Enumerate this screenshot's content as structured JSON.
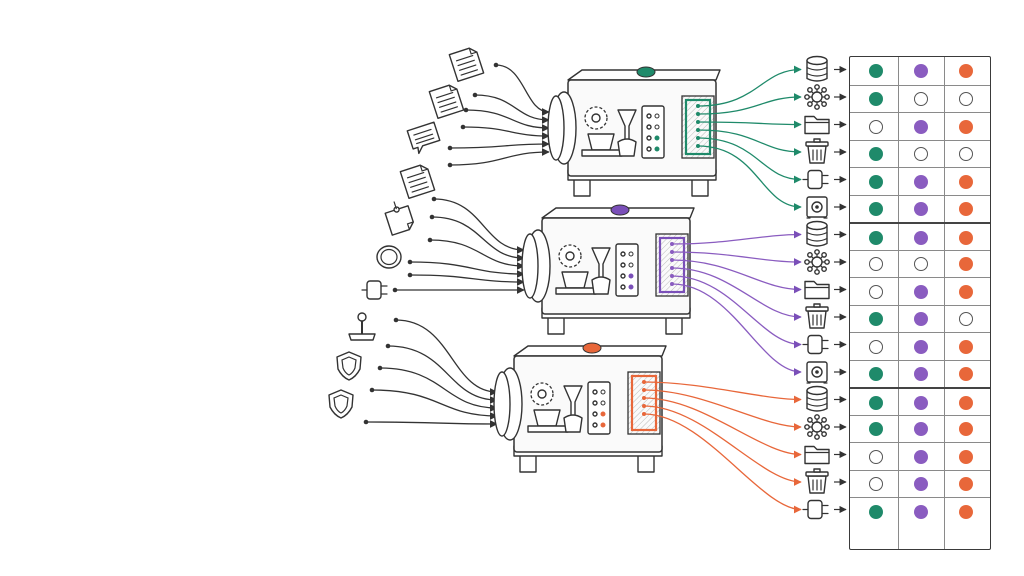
{
  "colors": {
    "ink": "#333333",
    "green": "#1f8a6a",
    "purple": "#8a5cc0",
    "orange": "#e8673a",
    "machine_1": "#1f8a6a",
    "machine_2": "#7a4fb8",
    "machine_3": "#e8673a"
  },
  "inputs": [
    {
      "icon": "document-icon"
    },
    {
      "icon": "document-icon"
    },
    {
      "icon": "speech-bubble-icon"
    },
    {
      "icon": "document-icon"
    },
    {
      "icon": "sticky-note-icon"
    },
    {
      "icon": "coin-icon"
    },
    {
      "icon": "plug-icon"
    },
    {
      "icon": "joystick-icon"
    },
    {
      "icon": "shield-icon"
    },
    {
      "icon": "shield-icon"
    }
  ],
  "machines": [
    {
      "name": "machine-green",
      "color": "#1f8a6a",
      "outputs": 6
    },
    {
      "name": "machine-purple",
      "color": "#7a4fb8",
      "outputs": 6
    },
    {
      "name": "machine-orange",
      "color": "#e8673a",
      "outputs": 5
    }
  ],
  "output_icons": [
    "database-icon",
    "network-icon",
    "folder-icon",
    "trash-bin-icon",
    "plug-icon",
    "safe-icon",
    "database-icon",
    "network-icon",
    "folder-icon",
    "trash-bin-icon",
    "plug-icon",
    "safe-icon",
    "database-icon",
    "network-icon",
    "folder-icon",
    "trash-bin-icon",
    "plug-icon"
  ],
  "grid_columns": [
    "green",
    "purple",
    "orange"
  ],
  "grid_rows": [
    [
      1,
      1,
      1
    ],
    [
      1,
      0,
      0
    ],
    [
      0,
      1,
      1
    ],
    [
      1,
      0,
      0
    ],
    [
      1,
      1,
      1
    ],
    [
      1,
      1,
      1
    ],
    [
      1,
      1,
      1
    ],
    [
      0,
      0,
      1
    ],
    [
      0,
      1,
      1
    ],
    [
      1,
      1,
      0
    ],
    [
      0,
      1,
      1
    ],
    [
      1,
      1,
      1
    ],
    [
      1,
      1,
      1
    ],
    [
      1,
      1,
      1
    ],
    [
      0,
      1,
      1
    ],
    [
      0,
      1,
      1
    ],
    [
      1,
      1,
      1
    ]
  ]
}
